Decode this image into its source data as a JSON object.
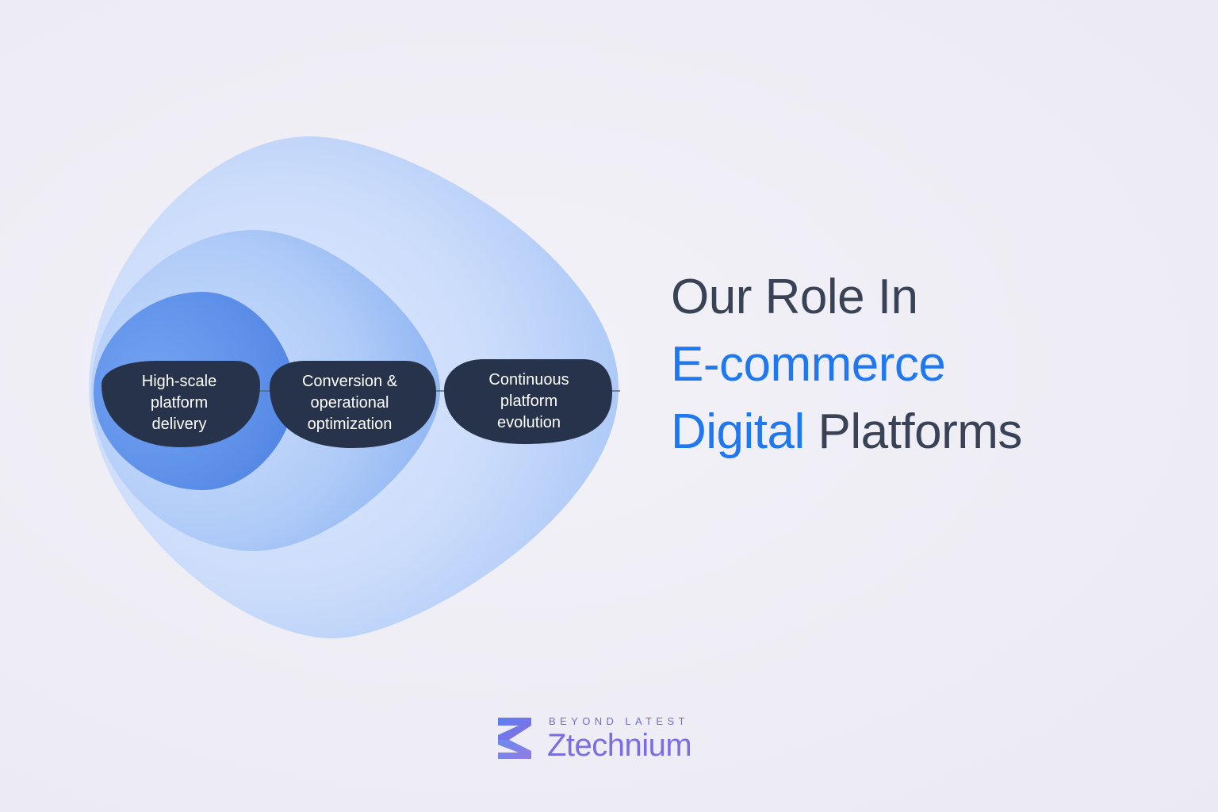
{
  "diagram": {
    "nodes": [
      {
        "id": "node-1",
        "lines": [
          "High-scale",
          "platform",
          "delivery"
        ]
      },
      {
        "id": "node-2",
        "lines": [
          "Conversion &",
          "operational",
          "optimization"
        ]
      },
      {
        "id": "node-3",
        "lines": [
          "Continuous",
          "platform",
          "evolution"
        ]
      }
    ]
  },
  "headline": {
    "line1": "Our Role In",
    "line2": "E-commerce",
    "line3_accent": "Digital",
    "line3_rest": "Platforms"
  },
  "brand": {
    "tagline": "BEYOND LATEST",
    "name": "Ztechnium"
  },
  "colors": {
    "background": "#efedf5",
    "accent_blue": "#1f78f0",
    "headline_dark": "#3a4356",
    "node_fill": "#27334a",
    "brand_purple": "#7a6ee0"
  }
}
